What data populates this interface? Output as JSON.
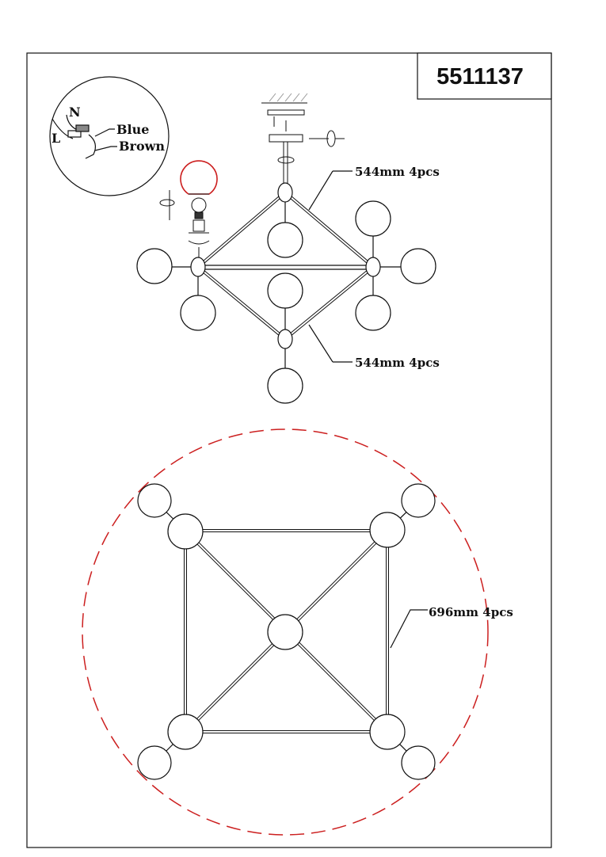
{
  "model_number": "5511137",
  "wiring": {
    "neutral": "N",
    "live": "L",
    "wire1": "Blue",
    "wire2": "Brown"
  },
  "dimensions": {
    "upper_rod_label": "544mm 4pcs",
    "lower_rod_label": "544mm 4pcs",
    "frame_rod_label": "696mm 4pcs"
  },
  "colors": {
    "line": "#111111",
    "highlight": "#cc1f1f"
  }
}
